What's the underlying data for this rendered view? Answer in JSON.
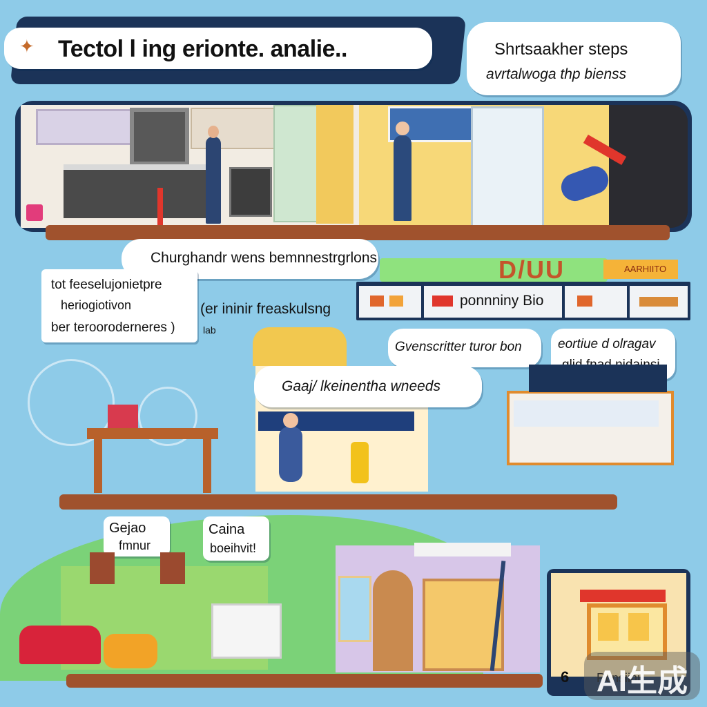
{
  "title_banner": {
    "text": "Tectol l ing erionte. analie.."
  },
  "top_right_note": {
    "line1": "Shrtsaakher steps",
    "line2": "avrtalwoga thp bienss"
  },
  "mid_caption": {
    "text": "Churghandr wens bemnnestrgrlons"
  },
  "left_note": {
    "line1": "tot feeselujonietpre",
    "line2": "heriogiotivon",
    "line3": "ber terooroderneres )"
  },
  "center_label": {
    "line1": "(er ininir freaskulsng",
    "line2": "lab"
  },
  "strip_label": {
    "text": "ponnniny Bio"
  },
  "strip_tag": {
    "text": "AARHIITO"
  },
  "strip_glyphs": {
    "text": "D/UU"
  },
  "right_note_a": {
    "text": "Gvenscritter turor bon"
  },
  "right_note_b": {
    "line1": "eortiue d olragav",
    "line2": "glid fnad nidainsi"
  },
  "inner_caption": {
    "text": "Gaaj/ lkeinentha wneeds"
  },
  "bottom_left_note": {
    "line1": "Gejao",
    "line2": "fmnur"
  },
  "bottom_mid_note": {
    "line1": "Caina",
    "line2": "boeihvit!"
  },
  "bottom_right_label": {
    "text": "Rcnsiini"
  },
  "bottom_right_number": {
    "text": "6"
  },
  "watermark": {
    "text": "AI生成"
  },
  "colors": {
    "sky": "#8ecbe8",
    "navy": "#1b3358",
    "shelf": "#a0522d",
    "accent_red": "#e0362c",
    "grass": "#79d36b"
  }
}
